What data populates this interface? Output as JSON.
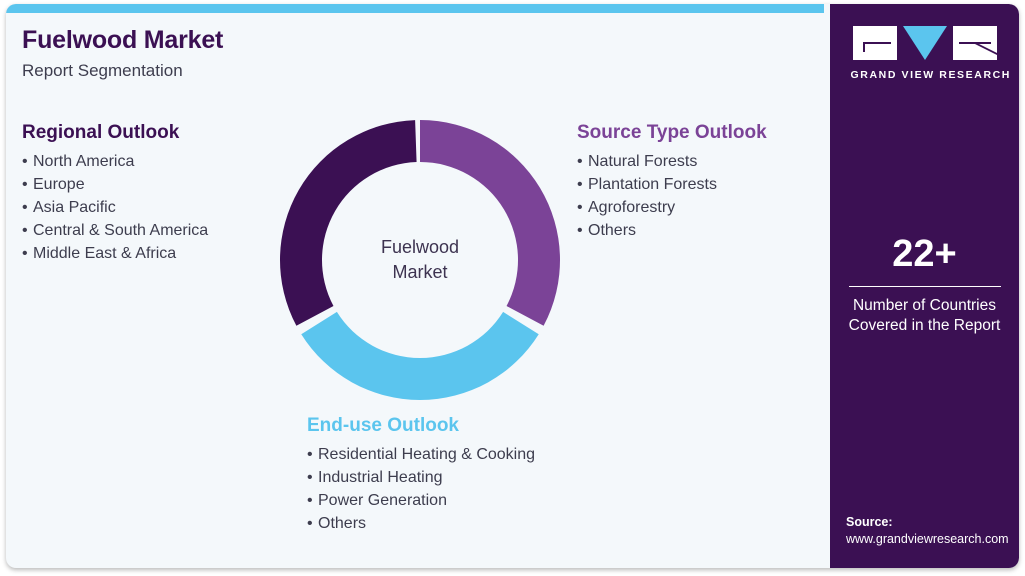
{
  "header": {
    "title": "Fuelwood Market",
    "subtitle": "Report Segmentation"
  },
  "colors": {
    "accent_blue": "#5bc5ee",
    "dark_purple": "#3b1053",
    "mid_purple": "#7b4397",
    "card_background": "#f4f8fb",
    "body_text": "#3d3d4e"
  },
  "segments": {
    "regional": {
      "title": "Regional Outlook",
      "items": [
        "North America",
        "Europe",
        "Asia Pacific",
        "Central & South America",
        "Middle East & Africa"
      ]
    },
    "source_type": {
      "title": "Source Type Outlook",
      "items": [
        "Natural Forests",
        "Plantation Forests",
        "Agroforestry",
        "Others"
      ]
    },
    "end_use": {
      "title": "End-use Outlook",
      "items": [
        "Residential Heating & Cooking",
        "Industrial Heating",
        "Power Generation",
        "Others"
      ]
    }
  },
  "donut": {
    "center_line1": "Fuelwood",
    "center_line2": "Market",
    "slices": [
      {
        "name": "Source Type Outlook",
        "color": "#7b4397",
        "start_deg": 0,
        "end_deg": 118
      },
      {
        "name": "End-use Outlook",
        "color": "#5bc5ee",
        "start_deg": 122,
        "end_deg": 238
      },
      {
        "name": "Regional Outlook",
        "color": "#3b1053",
        "start_deg": 242,
        "end_deg": 358
      }
    ]
  },
  "brand": {
    "logo_wordmark": "GRAND VIEW RESEARCH",
    "logo_letters": [
      "G",
      "V",
      "R"
    ]
  },
  "stat": {
    "value": "22+",
    "label_line1": "Number of Countries",
    "label_line2": "Covered in the Report"
  },
  "source": {
    "heading": "Source:",
    "url": "www.grandviewresearch.com"
  },
  "bullet": "•"
}
